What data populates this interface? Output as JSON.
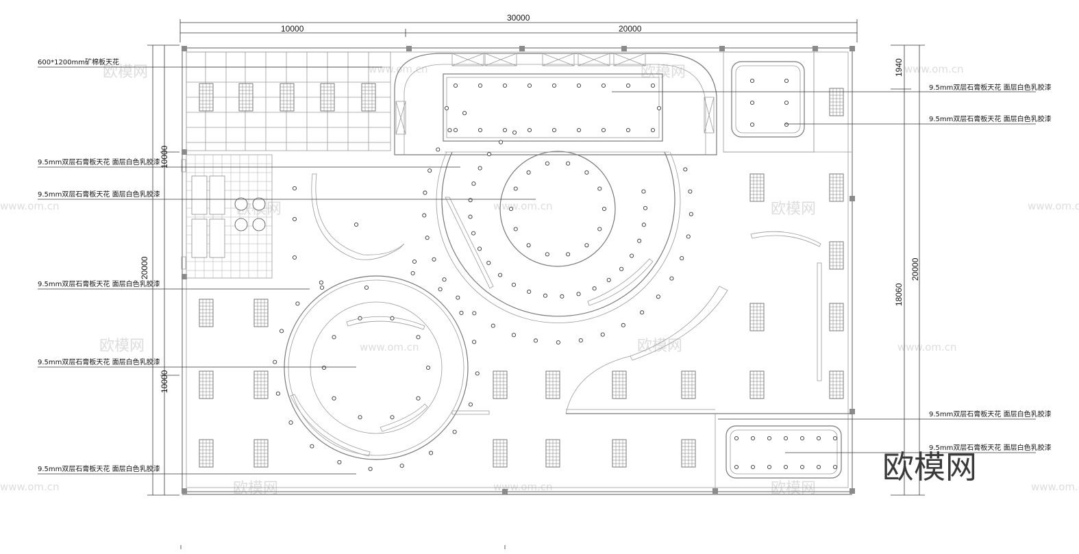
{
  "dimensions": {
    "top_total": "30000",
    "top_left": "10000",
    "top_right": "20000",
    "left_upper": "10000",
    "left_middle": "20000",
    "left_lower": "10000",
    "right_small": "1940",
    "right_inner": "18060",
    "right_total": "20000"
  },
  "notes": {
    "left": [
      "600*1200mm矿棉板天花",
      "9.5mm双层石膏板天花  面层白色乳胶漆",
      "9.5mm双层石膏板天花  面层白色乳胶漆",
      "9.5mm双层石膏板天花  面层白色乳胶漆",
      "9.5mm双层石膏板天花  面层白色乳胶漆",
      "9.5mm双层石膏板天花  面层白色乳胶漆"
    ],
    "right": [
      "9.5mm双层石膏板天花  面层白色乳胶漆",
      "9.5mm双层石膏板天花  面层白色乳胶漆",
      "9.5mm双层石膏板天花  面层白色乳胶漆",
      "9.5mm双层石膏板天花  面层白色乳胶漆"
    ]
  },
  "watermark": {
    "brand": "欧模网",
    "url": "www.om.cn"
  }
}
